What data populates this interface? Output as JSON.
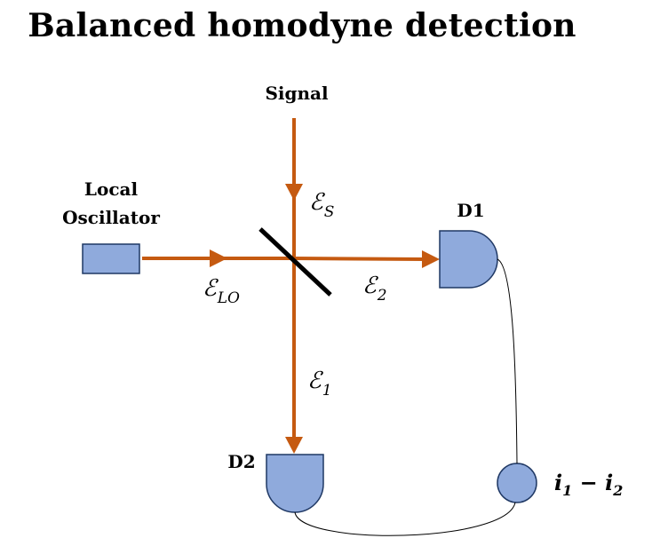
{
  "title": "Balanced homodyne detection",
  "labels": {
    "signal": "Signal",
    "local_oscillator_line1": "Local",
    "local_oscillator_line2": "Oscillator",
    "detector1": "D1",
    "detector2": "D2"
  },
  "fields": {
    "signal_symbol": "ℰ",
    "signal_sub": "S",
    "lo_symbol": "ℰ",
    "lo_sub": "LO",
    "field1_symbol": "ℰ",
    "field1_sub": "1",
    "field2_symbol": "ℰ",
    "field2_sub": "2"
  },
  "output": {
    "i": "i",
    "sub1": "1",
    "minus": " − ",
    "sub2": "2"
  },
  "colors": {
    "beam": "#c55a11",
    "component_fill": "#8faadc",
    "component_stroke": "#1f3864",
    "wire": "#000000",
    "splitter": "#000000"
  }
}
